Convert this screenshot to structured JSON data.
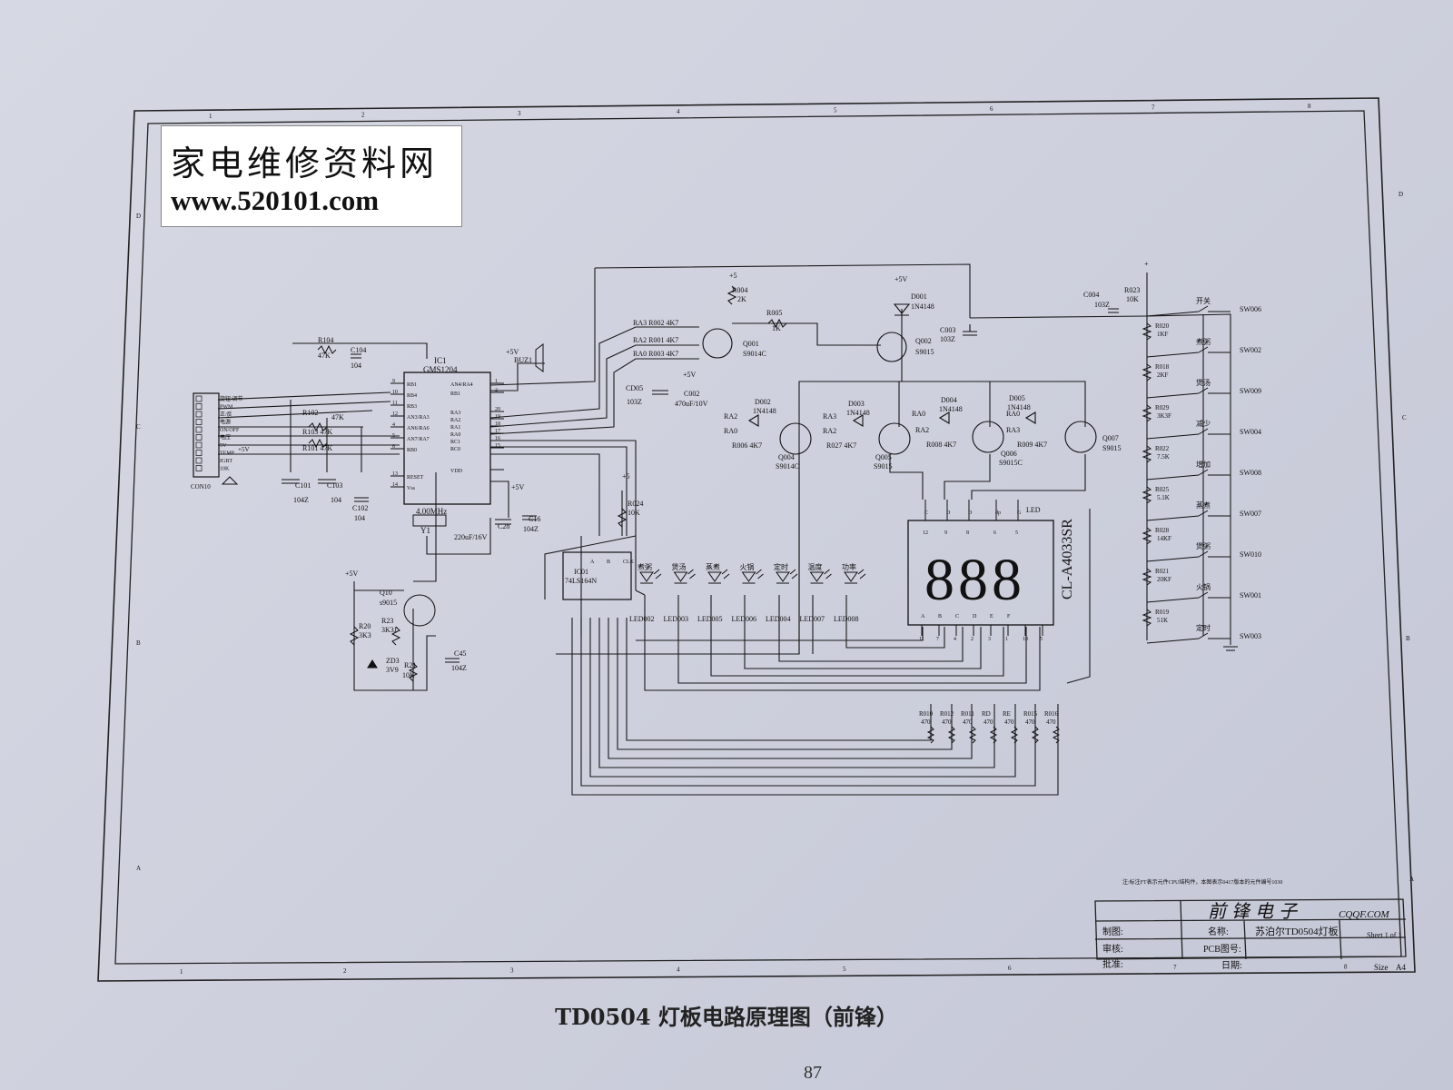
{
  "watermark": {
    "site_name": "家电维修资料网",
    "url": "www.520101.com"
  },
  "border": {
    "columns": [
      "1",
      "2",
      "3",
      "4",
      "5",
      "6",
      "7",
      "8"
    ],
    "rows": [
      "D",
      "C",
      "B",
      "A"
    ]
  },
  "ic1": {
    "ref": "IC1",
    "part": "GMS1204",
    "left_pins": [
      "RB1",
      "RB4",
      "RB3",
      "AN3/RA3",
      "AN6/RA6",
      "AN7/RA7",
      "RB0",
      "RESET",
      "Vss"
    ],
    "left_nums": [
      "9",
      "10",
      "11",
      "12",
      "4",
      "5",
      "6",
      "13",
      "14"
    ],
    "right_pins": [
      "AN4/RA4",
      "RB1",
      "RA3",
      "RA2",
      "RA1",
      "RA0",
      "RC1",
      "RC0",
      "VDD"
    ],
    "right_nums": [
      "1",
      "2",
      "20",
      "19",
      "18",
      "17",
      "16",
      "15"
    ]
  },
  "crystal": {
    "freq": "4.00MHz",
    "ref": "Y1"
  },
  "con": {
    "ref": "CON10",
    "labels": [
      "旋钮/调节",
      "PWM",
      "正/反",
      "电源",
      "ON/OFF",
      "电压",
      "5V",
      "TEMP",
      "IGBT",
      "10K"
    ],
    "plus5": "+5V"
  },
  "ic2": {
    "ref": "IC01",
    "part": "74LS164N",
    "pins_top": [
      "A",
      "B",
      "CLK"
    ]
  },
  "display": {
    "part": "CL-A4033SR",
    "label": "LED",
    "top_pins": [
      "12",
      "9",
      "8",
      "6",
      "5"
    ],
    "bottom_pins": [
      "11",
      "7",
      "4",
      "2",
      "3",
      "1",
      "10",
      "5"
    ],
    "digits": "888",
    "seg_top": [
      "C",
      "D",
      "D",
      "dp",
      "G"
    ],
    "seg_bot": [
      "A",
      "B",
      "C",
      "D",
      "E",
      "F"
    ]
  },
  "leds": [
    {
      "name": "煮粥",
      "ref": "LED002"
    },
    {
      "name": "煲汤",
      "ref": "LED003"
    },
    {
      "name": "蒸煮",
      "ref": "LED005"
    },
    {
      "name": "火锅",
      "ref": "LED006"
    },
    {
      "name": "定时",
      "ref": "LED004"
    },
    {
      "name": "温度",
      "ref": "LED007"
    },
    {
      "name": "功率",
      "ref": "LED008"
    }
  ],
  "switches": [
    {
      "name": "开关",
      "ref": "SW006",
      "res": "R020",
      "val": "1KF"
    },
    {
      "name": "煮粥",
      "ref": "SW002",
      "res": "R018",
      "val": "2KF"
    },
    {
      "name": "煲汤",
      "ref": "SW009",
      "res": "R029",
      "val": "3K3F"
    },
    {
      "name": "减少",
      "ref": "SW004",
      "res": "R022",
      "val": "7.5K"
    },
    {
      "name": "增加",
      "ref": "SW008",
      "res": "R025",
      "val": "5.1K"
    },
    {
      "name": "蒸煮",
      "ref": "SW007",
      "res": "R028",
      "val": "14KF"
    },
    {
      "name": "煲粥",
      "ref": "SW010",
      "res": "R021",
      "val": "20KF"
    },
    {
      "name": "火锅",
      "ref": "SW001",
      "res": "R019",
      "val": "51K"
    },
    {
      "name": "定时",
      "ref": "SW003",
      "res": "",
      "val": ""
    }
  ],
  "components": {
    "r104": "R104",
    "r104v": "47K",
    "c104": "C104",
    "c104v": "104",
    "r102": "R102",
    "r102v": "47K",
    "r103": "R103 47K",
    "r101": "R101 47K",
    "c101": "C101",
    "c101v": "104Z",
    "c103": "C103",
    "c103v": "104",
    "c102": "C102",
    "c102v": "104",
    "c28": "C28",
    "c28v": "220uF/16V",
    "c16": "C16",
    "c16v": "104Z",
    "buz": "BUZ1",
    "r002": "RA3  R002 4K7",
    "r001": "RA2  R001 4K7",
    "r003": "RA0  R003 4K7",
    "r004": "R004",
    "r004v": "2K",
    "r005": "R005",
    "r005v": "1K",
    "q001": "Q001",
    "q001v": "S9014C",
    "d001": "D001",
    "d001v": "1N4148",
    "q002": "Q002",
    "q002v": "S9015",
    "c003": "C003",
    "c003v": "103Z",
    "c004": "C004",
    "c004v": "103Z",
    "r023": "R023",
    "r023v": "10K",
    "c005": "CD05",
    "c005v": "103Z",
    "c002": "C002",
    "c002v": "470uF/10V",
    "d002": "D002",
    "d002v": "1N4148",
    "d003": "D003",
    "d003v": "1N4148",
    "d004": "D004",
    "d004v": "1N4148",
    "d005": "D005",
    "d005v": "1N4148",
    "q004": "Q004",
    "q004v": "S9014C",
    "q005": "Q005",
    "q005v": "S9015",
    "q006": "Q006",
    "q006v": "S9015C",
    "q007": "Q007",
    "q007v": "S9015",
    "r006": "R006 4K7",
    "r027": "R027 4K7",
    "r008": "R008  4K7",
    "r009": "R009 4K7",
    "ra2a": "RA2",
    "ra0a": "RA0",
    "ra3b": "RA3",
    "ra2b": "RA2",
    "ra0c": "RA0",
    "ra2c": "RA2",
    "ra0d": "RA0",
    "ra3d": "RA3",
    "r024": "R024",
    "r024v": "10K",
    "q10": "Q10",
    "q10v": "s9015",
    "r20": "R20",
    "r20v": "3K3",
    "r23": "R23",
    "r23v": "3K3J",
    "zd3": "ZD3",
    "zd3v": "3V9",
    "r21": "R21",
    "r21v": "10K",
    "c45": "C45",
    "c45v": "104Z",
    "plus5": "+5V",
    "plus5b": "+5V",
    "plus5c": "+5",
    "plus": "+"
  },
  "bottom_res": {
    "refs": [
      "R010",
      "R012",
      "R011",
      "RD",
      "RE",
      "R015",
      "R016"
    ],
    "vals": [
      "470",
      "470",
      "470",
      "470",
      "470",
      "470",
      "470"
    ]
  },
  "titleblock": {
    "company": "前锋电子",
    "domain": "CQQF.COM",
    "note": "注:标注FT表示元件CPU结构件，本图表示0417版本的元件编号1030",
    "drawn_label": "制图:",
    "check_label": "审核:",
    "approve_label": "批准:",
    "name_label": "名称:",
    "name_value": "苏泊尔TD0504灯板",
    "sheet": "Sheet 1 of 1",
    "pcb_label": "PCB图号:",
    "date_label": "日期:",
    "size_label": "Size",
    "size_value": "A4"
  },
  "caption": "TD0504 灯板电路原理图（前锋）",
  "page_number": "87"
}
